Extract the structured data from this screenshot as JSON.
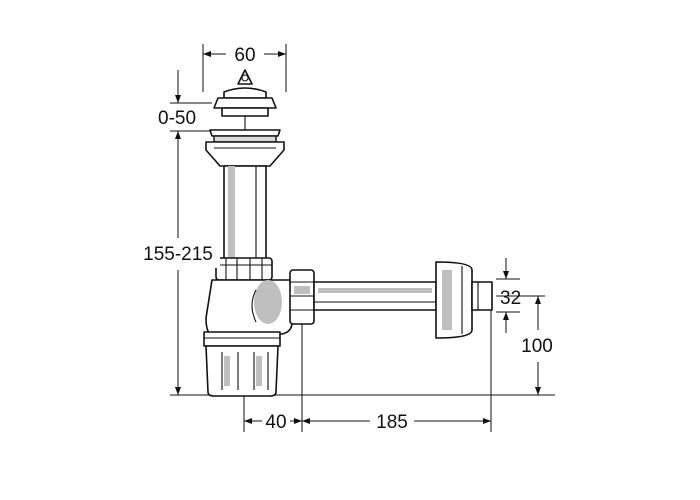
{
  "diagram": {
    "dimensions": {
      "top_width": "60",
      "stopper_height": "0-50",
      "overall_height": "155-215",
      "outlet_diameter": "32",
      "outlet_height": "100",
      "body_to_nut": "40",
      "outlet_length": "185"
    }
  }
}
